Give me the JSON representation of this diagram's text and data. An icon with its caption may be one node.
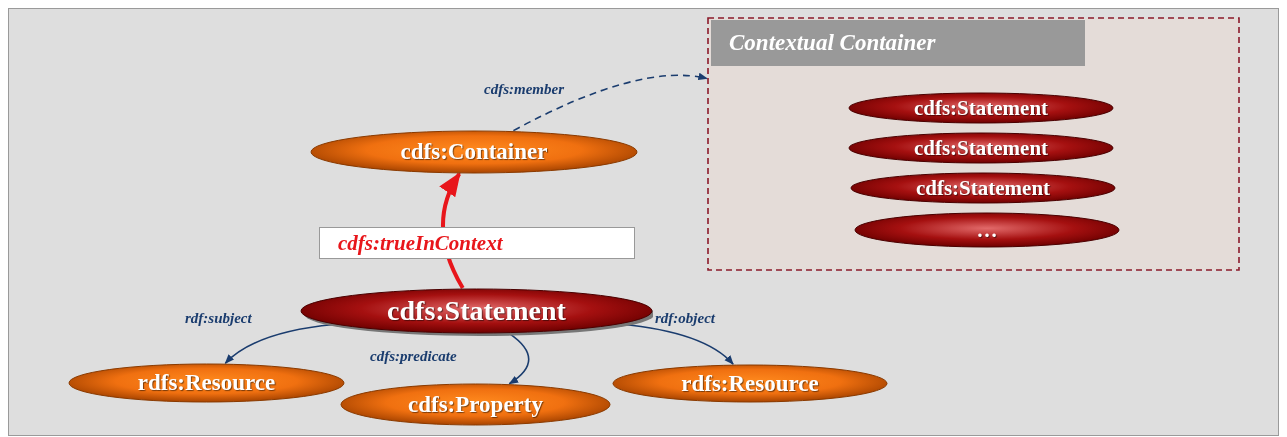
{
  "diagram": {
    "nodes": [
      {
        "text": [
          "Contextual Container"
        ]
      },
      {
        "text": [
          "cdfs:Statement"
        ],
        "in": 0
      },
      {
        "text": [
          "cdfs:Statement"
        ],
        "in": 0
      },
      {
        "text": [
          "cdfs:Statement"
        ],
        "in": 0
      },
      {
        "text": [
          "…"
        ],
        "in": 0
      },
      {
        "text": [
          "cdfs:Container"
        ]
      },
      {
        "text": [
          "cdfs:Statement"
        ]
      },
      {
        "text": [
          "rdfs:Resource"
        ]
      },
      {
        "text": [
          "cdfs:Property"
        ]
      },
      {
        "text": [
          "rdfs:Resource"
        ]
      }
    ],
    "edges": [
      {
        "from": 6,
        "to": 5,
        "arrow": "to",
        "label": "cdfs:trueInContext",
        "style": "thick",
        "color": "#e8161b"
      },
      {
        "from": 5,
        "to": 0,
        "arrow": "to",
        "label": "cdfs:member",
        "style": "dashed"
      },
      {
        "from": 6,
        "to": 7,
        "arrow": "to",
        "label": "rdf:subject"
      },
      {
        "from": 6,
        "to": 8,
        "arrow": "to",
        "label": "cdfs:predicate"
      },
      {
        "from": 6,
        "to": 9,
        "arrow": "to",
        "label": "rdf:object"
      }
    ]
  }
}
